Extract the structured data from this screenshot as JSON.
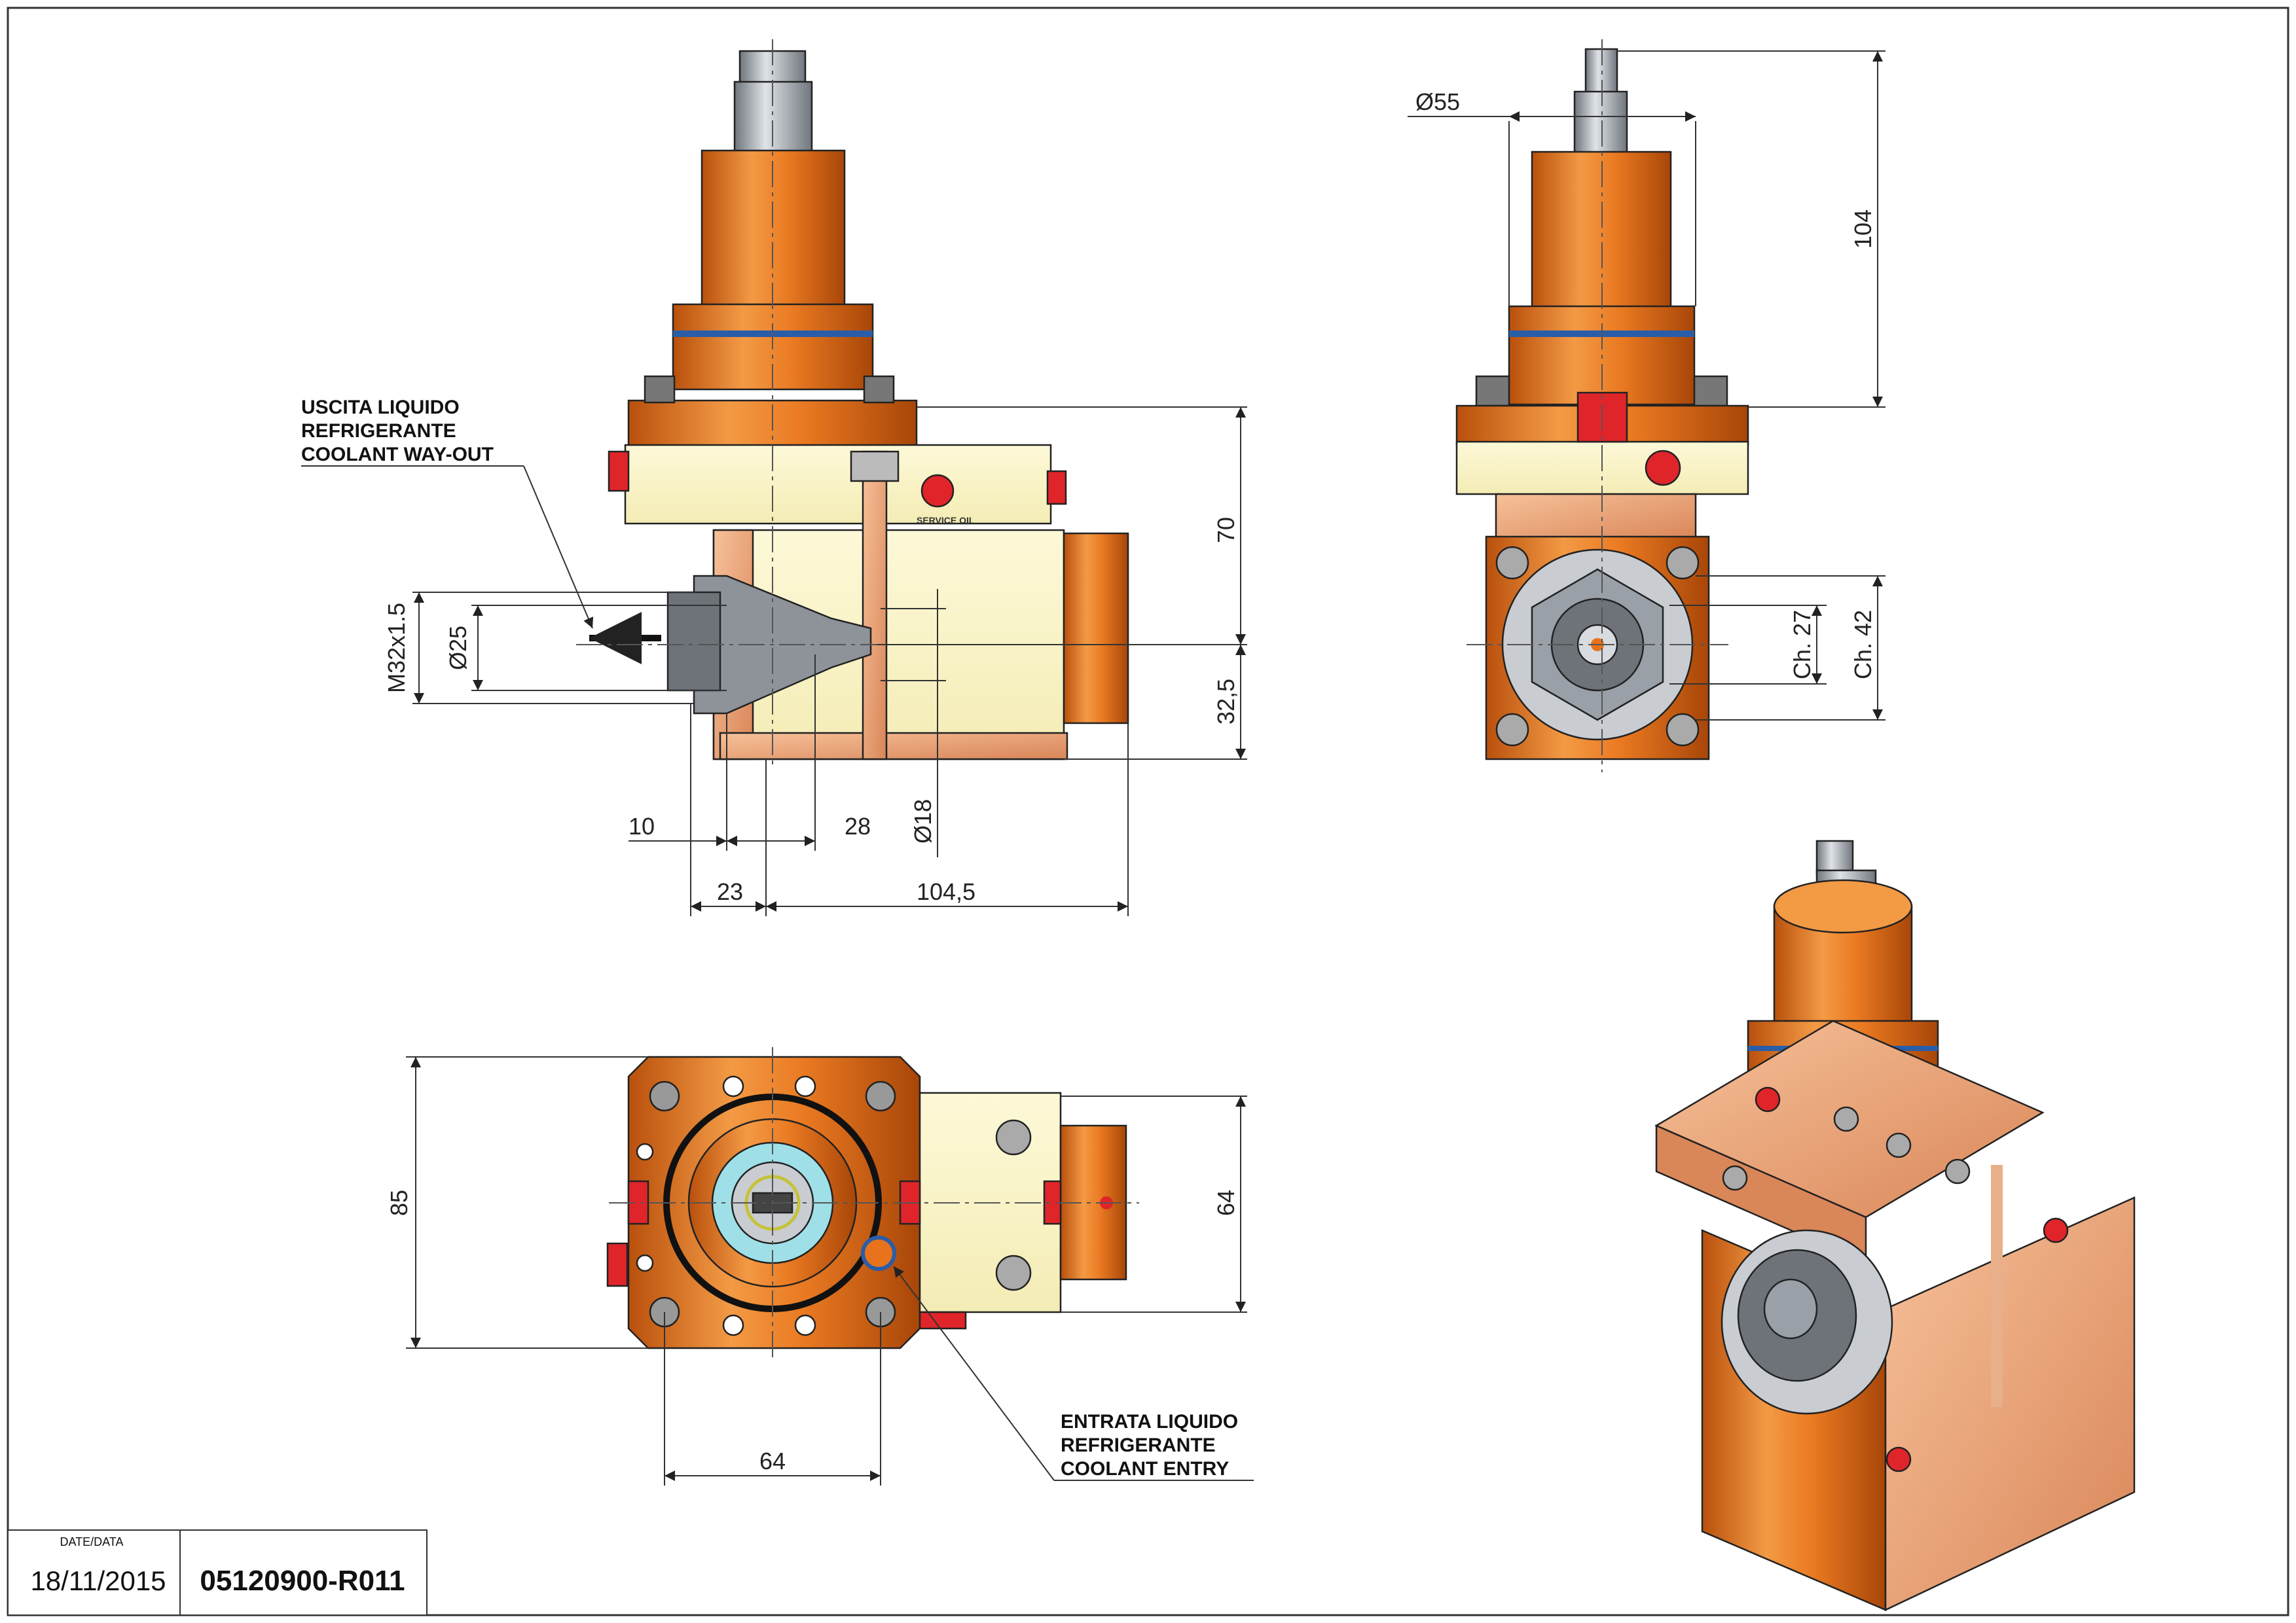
{
  "notes": {
    "coolant_out": [
      "USCITA LIQUIDO",
      "REFRIGERANTE",
      "COOLANT WAY-OUT"
    ],
    "coolant_in": [
      "ENTRATA LIQUIDO",
      "REFRIGERANTE",
      "COOLANT ENTRY"
    ]
  },
  "dimensions": {
    "d55": "Ø55",
    "h104": "104",
    "h70": "70",
    "h32_5": "32,5",
    "ch27": "Ch. 27",
    "ch42": "Ch. 42",
    "m32": "M32x1.5",
    "d25": "Ø25",
    "d18": "Ø18",
    "w10": "10",
    "w28": "28",
    "w23": "23",
    "w104_5": "104,5",
    "h85": "85",
    "h64": "64",
    "w64": "64"
  },
  "part_marking": "SERVICE OIL",
  "title_block": {
    "date_label": "DATE/DATA",
    "date": "18/11/2015",
    "code": "05120900-R011"
  },
  "colors": {
    "orange": "#e8731c",
    "cream": "#fbf5c8",
    "copper": "#f0a87a",
    "blue_ring": "#2a5da8",
    "red_plug": "#e0252a",
    "steel": "#9aa0a8"
  }
}
